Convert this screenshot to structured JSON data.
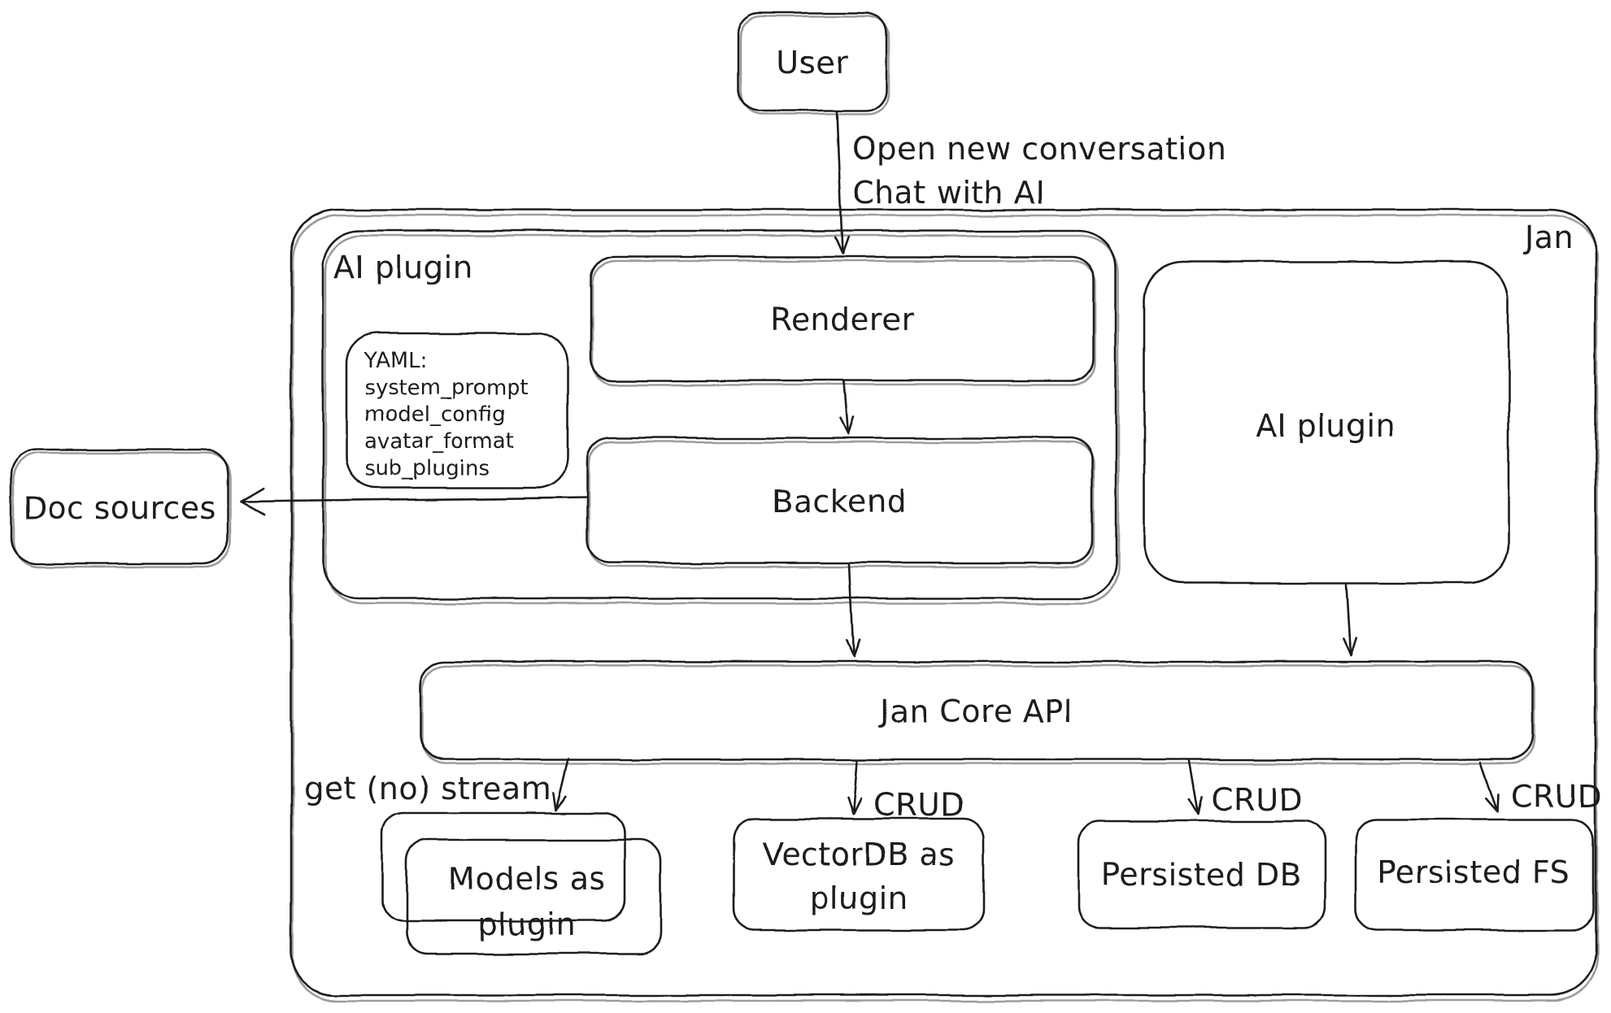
{
  "colors": {
    "stroke": "#1e1e1e",
    "bg": "#ffffff"
  },
  "nodes": {
    "user": "User",
    "jan": "Jan",
    "ai_plugin_left": "AI plugin",
    "renderer": "Renderer",
    "backend": "Backend",
    "doc_sources": "Doc sources",
    "ai_plugin_right": "AI plugin",
    "jan_core_api": "Jan Core API",
    "persisted_db": "Persisted DB",
    "persisted_fs": "Persisted FS",
    "models_plugin_lines": [
      "Models as",
      "plugin"
    ],
    "vectordb_plugin_lines": [
      "VectorDB as",
      "plugin"
    ],
    "yaml_note_lines": [
      "YAML:",
      "system_prompt",
      "model_config",
      "avatar_format",
      "sub_plugins"
    ]
  },
  "edges": {
    "user_action_lines": [
      "Open new conversation",
      "Chat with AI"
    ],
    "get_stream": "get (no) stream",
    "crud_vectordb": "CRUD",
    "crud_persisted_db": "CRUD",
    "crud_persisted_fs": "CRUD"
  }
}
